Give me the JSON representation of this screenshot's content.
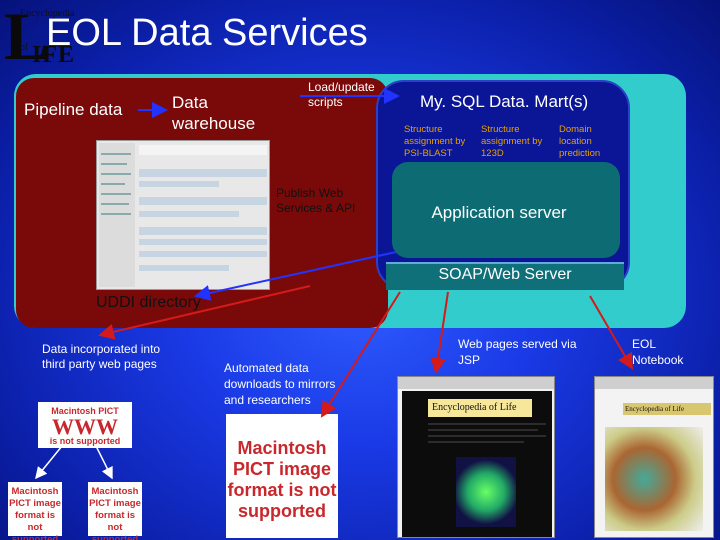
{
  "title": "EOL Data Services",
  "logo": {
    "line1": "Encyclopedia",
    "line2": "of",
    "letter": "L",
    "word": "IFE"
  },
  "nodes": {
    "pipeline": "Pipeline data",
    "warehouse": "Data warehouse",
    "load": "Load/update scripts",
    "mysql": "My. SQL Data. Mart(s)",
    "mart_col_1": "Structure assignment by PSI-BLAST",
    "mart_col_2": "Structure assignment by 123D",
    "mart_col_3": "Domain location prediction",
    "app_server": "Application server",
    "soap": "SOAP/Web Server",
    "publish": "Publish Web Services & API",
    "uddi": "UDDI directory",
    "incorporated": "Data incorporated into third party web pages",
    "automated": "Automated data downloads to mirrors and researchers",
    "jsp": "Web pages served via JSP",
    "notebook": "EOL Notebook"
  },
  "placeholders": {
    "pict_small": "Macintosh PICT image format is not supported",
    "pict_www_top": "Macintosh PICT",
    "pict_www_mid": "WWW",
    "pict_www_bot": "is not supported",
    "pict_big": "Macintosh PICT image format is not supported"
  },
  "colors": {
    "background": "#1a3ae6",
    "cyan_region": "#33cccc",
    "warehouse_region": "#7a0a0a",
    "mart_region": "#0a1696",
    "app_server": "#0d6b74",
    "mart_text": "#e8a000",
    "arrow_red": "#d41a1a",
    "arrow_blue": "#2233ff"
  }
}
